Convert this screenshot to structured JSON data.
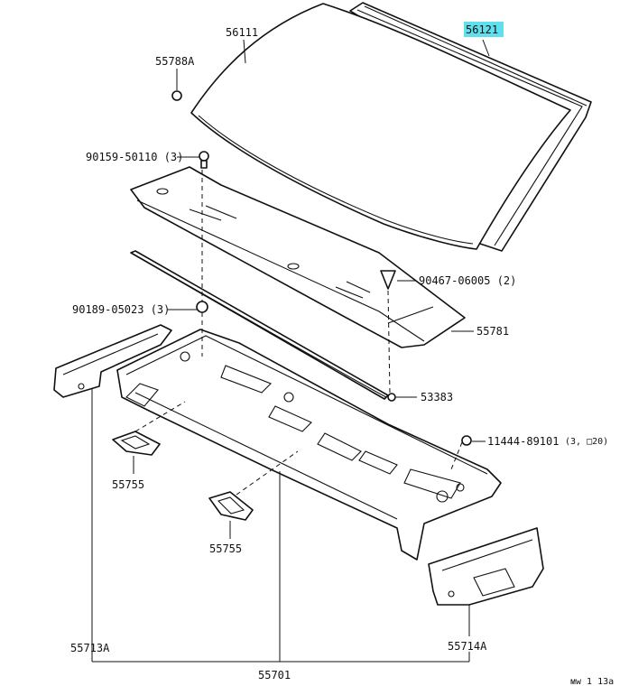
{
  "colors": {
    "highlight": "#5fe0ec",
    "line": "#111111",
    "background": "#ffffff"
  },
  "labels": {
    "windshield_glass": "56111",
    "windshield_molding": "56121",
    "clip_top": "55788A",
    "bolt_upper": "90159-50110 (3)",
    "clip_right": "90467-06005 (2)",
    "bolt_lower": "90189-05023 (3)",
    "louver": "55781",
    "seal": "53383",
    "plug": "11444-89101",
    "plug_note": "(3, □20)",
    "pad_1": "55755",
    "pad_2": "55755",
    "bracket_left": "55713A",
    "bracket_right": "55714A",
    "cowl_panel": "55701",
    "corner_code": "ᴍᴡ 1 13a"
  }
}
